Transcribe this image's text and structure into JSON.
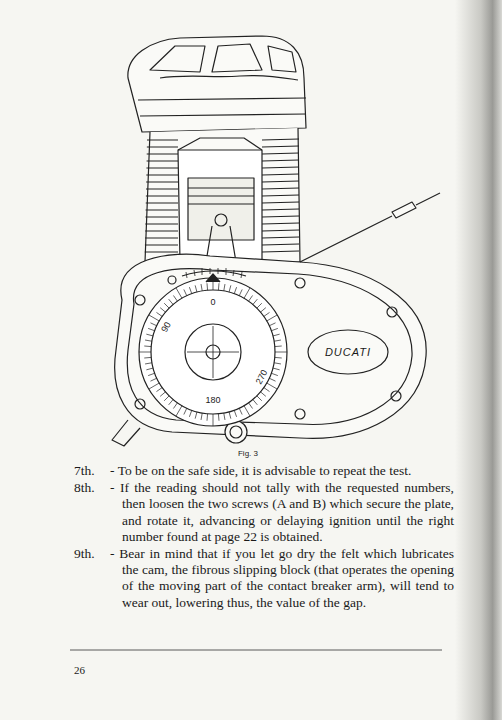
{
  "diagram": {
    "caption": "Fig. 3",
    "labels": [
      "0",
      "90",
      "270",
      "180",
      "DUCATI",
      "7th.",
      "- To be on the safe side, it is advisable to repeat the test.",
      "8th.",
      "- If the reading should not tally with the requested numbers, then loosen the two screws (A and B) which secure the plate, and rotate it, advancing or delaying ignition until the right number found at page 22 is obtained.",
      "9th.",
      "- Bear in mind that if you let go dry the felt which lubricates the cam, the fibrous slipping block (that operates the opening of the moving part of the contact breaker arm), will tend to wear out, lowering thus, the value of the gap.",
      "26"
    ]
  }
}
